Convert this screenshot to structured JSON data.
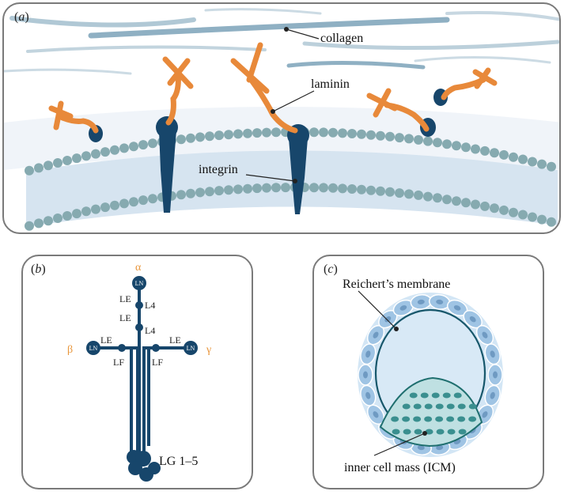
{
  "panels": {
    "a": {
      "letter": "a",
      "labels": {
        "collagen": "collagen",
        "laminin": "laminin",
        "integrin": "integrin"
      }
    },
    "b": {
      "letter": "b",
      "chains": {
        "alpha": "α",
        "beta": "β",
        "gamma": "γ"
      },
      "domains": {
        "ln": "LN",
        "le": "LE",
        "l4": "L4",
        "lf": "LF",
        "lg": "LG 1–5"
      }
    },
    "c": {
      "letter": "c",
      "labels": {
        "reichert": "Reichert’s membrane",
        "icm": "inner cell mass (ICM)"
      }
    }
  },
  "colors": {
    "laminin": "#e8893a",
    "integrin": "#17466b",
    "collagen": "#8fb0c3",
    "membrane_bead": "#86aab0",
    "membrane_fill": "#d6e4f0",
    "chain_label": "#e8953a",
    "icm": "#3a8f8f",
    "cell": "#9fc4e4"
  }
}
